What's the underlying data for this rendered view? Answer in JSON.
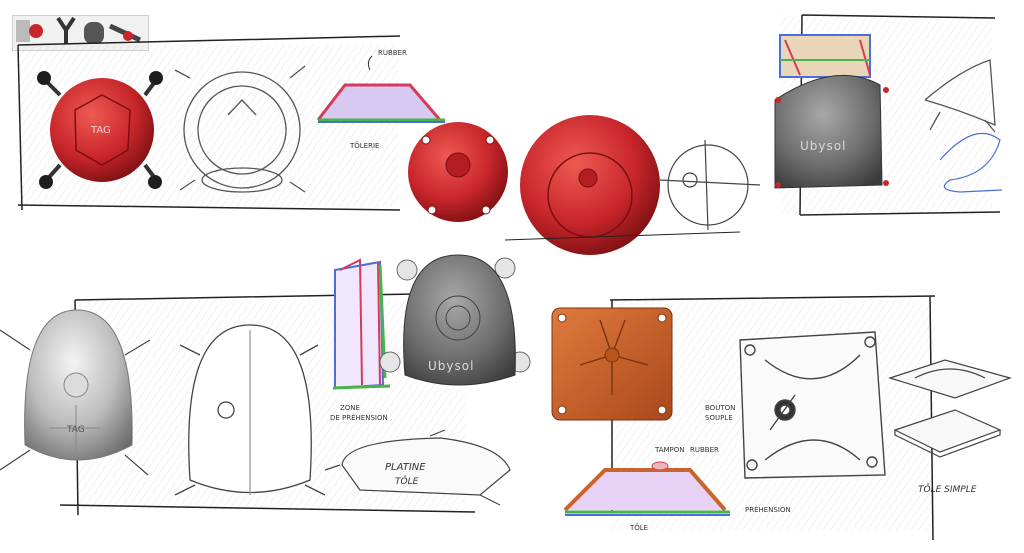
{
  "labels": {
    "rubber_top": "RUBBER",
    "tolerie": "TÔLERIE",
    "tag_red": "TAG",
    "ubysol_top": "Ubysol",
    "tag_grey": "TAG",
    "ubysol_mid": "Ubysol",
    "zone_prehension_1": "ZONE",
    "zone_prehension_2": "DE PRÉHENSION",
    "platine_1": "PLATINE",
    "platine_2": "TÔLE",
    "tampon": "TAMPON",
    "rubber_bottom": "RUBBER",
    "tole_bottom": "TÔLE",
    "bouton_1": "BOUTON",
    "bouton_2": "SOUPLE",
    "prehension": "PRÉHENSION",
    "tole_simple": "TÔLE SIMPLE"
  },
  "colors": {
    "red": "#c8262b",
    "red_dark": "#8f1417",
    "grey": "#8a8a8a",
    "grey_dark": "#555555",
    "orange": "#c9652c",
    "orange_dark": "#8e3d14",
    "section_blue": "#4a6fd8",
    "section_green": "#47b34a",
    "section_pink": "#d63b5b"
  }
}
